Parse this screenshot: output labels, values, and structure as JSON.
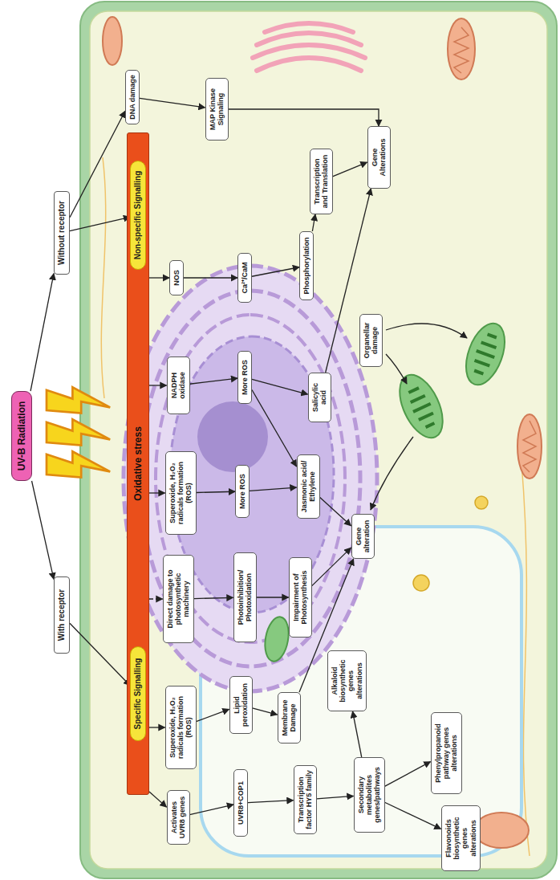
{
  "diagram": {
    "nodes": [
      {
        "text": [
          "UV-B Radiation"
        ]
      },
      {
        "text": [
          "With receptor"
        ]
      },
      {
        "text": [
          "Without receptor"
        ]
      },
      {
        "text": [
          "Oxidative stress"
        ]
      },
      {
        "text": [
          "Specific Signalling"
        ],
        "in": 3
      },
      {
        "text": [
          "Non-specific Signalling"
        ],
        "in": 3
      },
      {
        "text": [
          "Activates UVR8 genes"
        ]
      },
      {
        "text": [
          "Superoxide, H₂O₂ radicals formation (ROS)"
        ]
      },
      {
        "text": [
          "Direct damage to photosynthetic machinery"
        ]
      },
      {
        "text": [
          "Superoxide, H₂O₂ radicals formation (ROS)"
        ]
      },
      {
        "text": [
          "NADPH oxidase"
        ]
      },
      {
        "text": [
          "NOS"
        ]
      },
      {
        "text": [
          "DNA damage"
        ]
      },
      {
        "text": [
          "UVR8+COP1"
        ]
      },
      {
        "text": [
          "Lipid peroxidation"
        ]
      },
      {
        "text": [
          "Photoinhibition/ Photoxidation"
        ]
      },
      {
        "text": [
          "More ROS"
        ]
      },
      {
        "text": [
          "More ROS"
        ]
      },
      {
        "text": [
          "Ca²⁺/CaM"
        ]
      },
      {
        "text": [
          "MAP Kinase Signaling"
        ]
      },
      {
        "text": [
          "Transcription factor HY5 family"
        ]
      },
      {
        "text": [
          "Membrane Damage"
        ]
      },
      {
        "text": [
          "Impairment of Photosynthesis"
        ]
      },
      {
        "text": [
          "Jasmonic acid/ Ethylene"
        ]
      },
      {
        "text": [
          "Salicylic acid"
        ]
      },
      {
        "text": [
          "Phosphorylation"
        ]
      },
      {
        "text": [
          "Transcription and Translation"
        ]
      },
      {
        "text": [
          "Secondary metabolites genes/pathways"
        ]
      },
      {
        "text": [
          "Alkaloid biosynthetic genes alterations"
        ]
      },
      {
        "text": [
          "Gene alteration"
        ]
      },
      {
        "text": [
          "Organellar damage"
        ]
      },
      {
        "text": [
          "Gene Alterations"
        ]
      },
      {
        "text": [
          "Flavonoids biosynthetic genes alterations"
        ]
      },
      {
        "text": [
          "Phenylpropanoid pathway genes alterations"
        ]
      }
    ],
    "edges": [
      {
        "from": 0,
        "to": 1,
        "arrow": "to"
      },
      {
        "from": 0,
        "to": 2,
        "arrow": "to"
      },
      {
        "from": 1,
        "to": 4,
        "arrow": "to"
      },
      {
        "from": 2,
        "to": 5,
        "arrow": "to"
      },
      {
        "from": 2,
        "to": 12,
        "arrow": "to"
      },
      {
        "from": 3,
        "to": 6,
        "arrow": "to"
      },
      {
        "from": 3,
        "to": 7,
        "arrow": "to"
      },
      {
        "from": 3,
        "to": 8,
        "arrow": "to"
      },
      {
        "from": 3,
        "to": 9,
        "arrow": "to"
      },
      {
        "from": 3,
        "to": 10,
        "arrow": "to"
      },
      {
        "from": 3,
        "to": 11,
        "arrow": "to"
      },
      {
        "from": 6,
        "to": 13,
        "arrow": "to"
      },
      {
        "from": 7,
        "to": 14,
        "arrow": "to"
      },
      {
        "from": 8,
        "to": 15,
        "arrow": "to"
      },
      {
        "from": 9,
        "to": 16,
        "arrow": "to"
      },
      {
        "from": 10,
        "to": 17,
        "arrow": "to"
      },
      {
        "from": 11,
        "to": 18,
        "arrow": "to"
      },
      {
        "from": 12,
        "to": 19,
        "arrow": "to"
      },
      {
        "from": 13,
        "to": 20,
        "arrow": "to"
      },
      {
        "from": 14,
        "to": 21,
        "arrow": "to"
      },
      {
        "from": 15,
        "to": 22,
        "arrow": "to"
      },
      {
        "from": 16,
        "to": 23,
        "arrow": "to"
      },
      {
        "from": 17,
        "to": 23,
        "arrow": "to"
      },
      {
        "from": 17,
        "to": 24,
        "arrow": "to"
      },
      {
        "from": 18,
        "to": 25,
        "arrow": "to"
      },
      {
        "from": 25,
        "to": 26,
        "arrow": "to"
      },
      {
        "from": 20,
        "to": 27,
        "arrow": "to"
      },
      {
        "from": 27,
        "to": 28,
        "arrow": "to"
      },
      {
        "from": 27,
        "to": 32,
        "arrow": "to"
      },
      {
        "from": 27,
        "to": 33,
        "arrow": "to"
      },
      {
        "from": 21,
        "to": 29,
        "arrow": "to"
      },
      {
        "from": 22,
        "to": 29,
        "arrow": "to"
      },
      {
        "from": 23,
        "to": 29,
        "arrow": "to"
      },
      {
        "from": 19,
        "to": 31,
        "arrow": "to"
      },
      {
        "from": 24,
        "to": 31,
        "arrow": "to"
      },
      {
        "from": 26,
        "to": 31,
        "arrow": "to"
      }
    ]
  }
}
